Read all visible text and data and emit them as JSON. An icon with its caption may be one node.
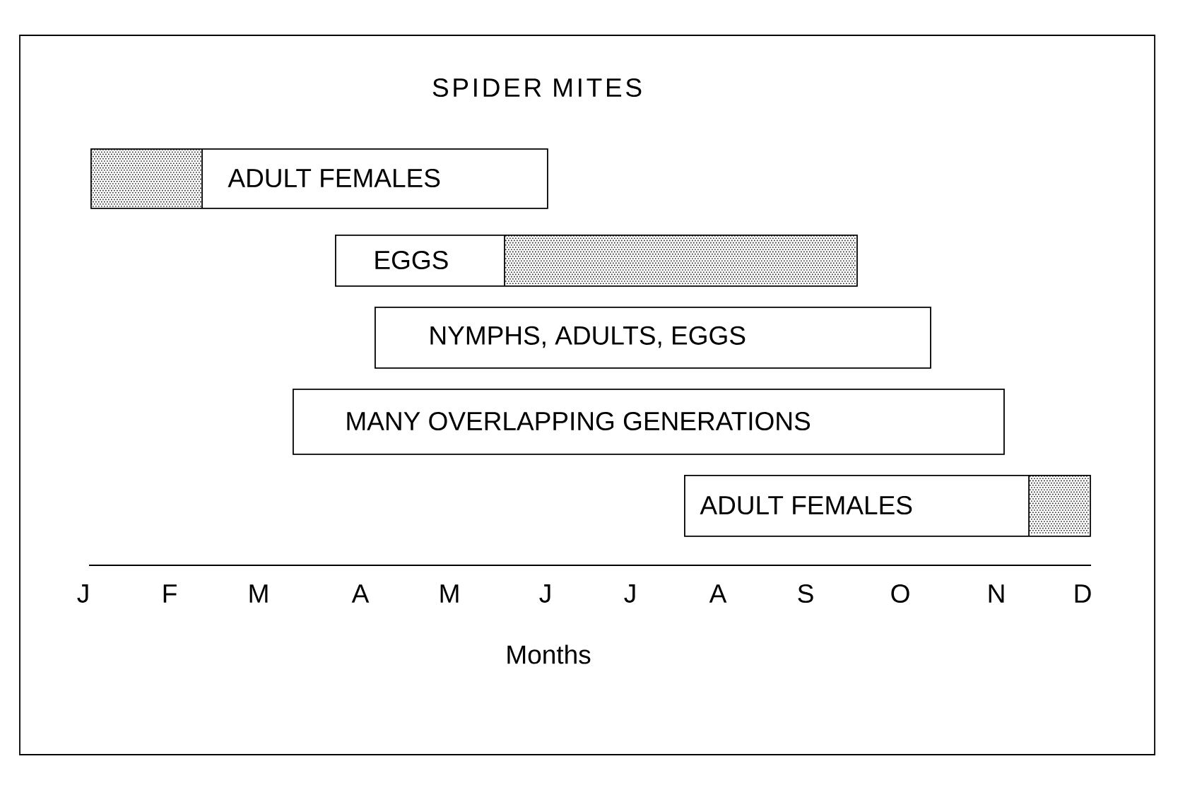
{
  "diagram": {
    "title": "SPIDER MITES",
    "nodes": [
      {
        "text": [
          "ADULT FEMALES"
        ]
      },
      {
        "text": [
          "EGGS"
        ]
      },
      {
        "text": [
          "NYMPHS, ADULTS, EGGS"
        ]
      },
      {
        "text": [
          "MANY OVERLAPPING GENERATIONS"
        ]
      },
      {
        "text": [
          "ADULT FEMALES"
        ]
      }
    ],
    "labels": [
      "J",
      "F",
      "M",
      "A",
      "M",
      "J",
      "J",
      "A",
      "S",
      "O",
      "N",
      "D",
      "Months"
    ]
  }
}
